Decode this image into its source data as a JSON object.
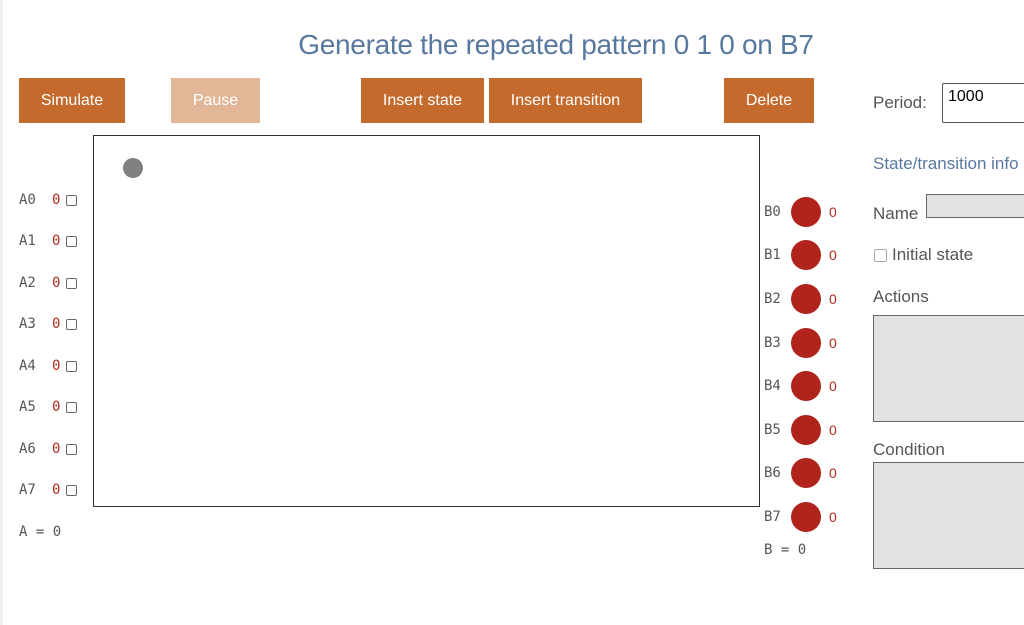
{
  "title": "Generate the repeated pattern 0 1 0 on B7",
  "toolbar": {
    "simulate": "Simulate",
    "pause": "Pause",
    "insert_state": "Insert state",
    "insert_transition": "Insert transition",
    "delete": "Delete"
  },
  "inputs": [
    {
      "label": "A0",
      "value": "0",
      "checked": false
    },
    {
      "label": "A1",
      "value": "0",
      "checked": false
    },
    {
      "label": "A2",
      "value": "0",
      "checked": false
    },
    {
      "label": "A3",
      "value": "0",
      "checked": false
    },
    {
      "label": "A4",
      "value": "0",
      "checked": false
    },
    {
      "label": "A5",
      "value": "0",
      "checked": false
    },
    {
      "label": "A6",
      "value": "0",
      "checked": false
    },
    {
      "label": "A7",
      "value": "0",
      "checked": false
    }
  ],
  "input_sum": "A = 0",
  "outputs": [
    {
      "label": "B0",
      "value": "0"
    },
    {
      "label": "B1",
      "value": "0"
    },
    {
      "label": "B2",
      "value": "0"
    },
    {
      "label": "B3",
      "value": "0"
    },
    {
      "label": "B4",
      "value": "0"
    },
    {
      "label": "B5",
      "value": "0"
    },
    {
      "label": "B6",
      "value": "0"
    },
    {
      "label": "B7",
      "value": "0"
    }
  ],
  "output_sum": "B = 0",
  "colors": {
    "led_off": "#b0241c",
    "accent": "#c46a2c",
    "title": "#5878a0"
  },
  "side": {
    "period_label": "Period:",
    "period_value": "1000",
    "info_title": "State/transition info",
    "name_label": "Name",
    "name_value": "",
    "initial_state_label": "Initial state",
    "initial_state_checked": false,
    "actions_label": "Actions",
    "actions_value": "",
    "condition_label": "Condition",
    "condition_value": ""
  }
}
